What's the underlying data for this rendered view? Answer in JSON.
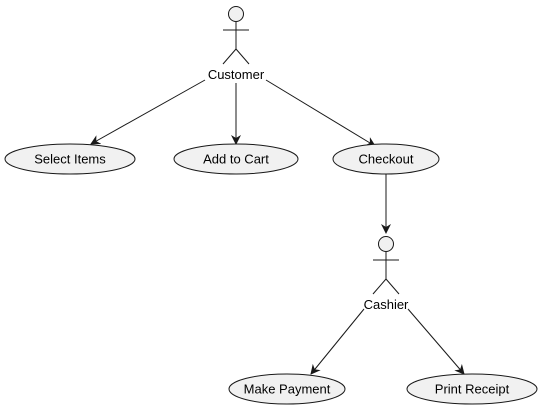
{
  "diagram": {
    "actors": [
      {
        "id": "customer",
        "label": "Customer"
      },
      {
        "id": "cashier",
        "label": "Cashier"
      }
    ],
    "use_cases": [
      {
        "id": "select_items",
        "label": "Select Items"
      },
      {
        "id": "add_to_cart",
        "label": "Add to Cart"
      },
      {
        "id": "checkout",
        "label": "Checkout"
      },
      {
        "id": "make_payment",
        "label": "Make Payment"
      },
      {
        "id": "print_receipt",
        "label": "Print Receipt"
      }
    ],
    "links": [
      {
        "from": "customer",
        "to": "select_items"
      },
      {
        "from": "customer",
        "to": "add_to_cart"
      },
      {
        "from": "customer",
        "to": "checkout"
      },
      {
        "from": "checkout",
        "to": "cashier"
      },
      {
        "from": "cashier",
        "to": "make_payment"
      },
      {
        "from": "cashier",
        "to": "print_receipt"
      }
    ],
    "colors": {
      "use_case_fill": "#f1f1f1",
      "stroke": "#181818",
      "text": "#000000"
    }
  }
}
